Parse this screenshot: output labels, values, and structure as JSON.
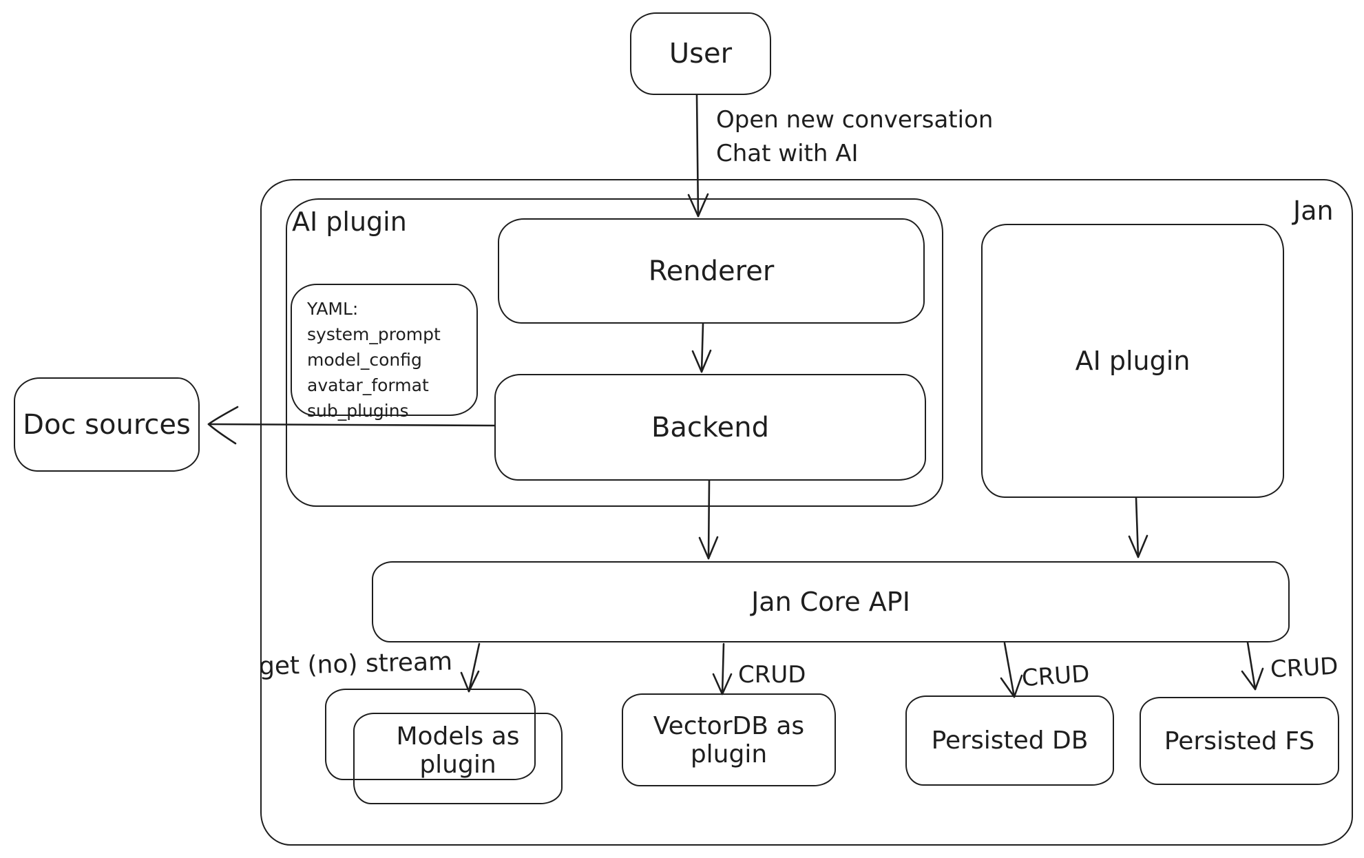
{
  "diagram": {
    "stroke_color": "#1e1e1e",
    "background_color": "#ffffff",
    "nodes": {
      "user": {
        "label": "User"
      },
      "jan_container": {
        "label": "Jan"
      },
      "ai_plugin_container": {
        "label": "AI plugin"
      },
      "renderer": {
        "label": "Renderer"
      },
      "yaml_note": {
        "text": "YAML:\nsystem_prompt\nmodel_config\navatar_format\nsub_plugins"
      },
      "backend": {
        "label": "Backend"
      },
      "ai_plugin_box": {
        "label": "AI plugin"
      },
      "doc_sources": {
        "label": "Doc sources"
      },
      "jan_core_api": {
        "label": "Jan Core API"
      },
      "models_plugin": {
        "label": "Models as plugin"
      },
      "vectordb_plugin": {
        "label": "VectorDB as plugin"
      },
      "persisted_db": {
        "label": "Persisted DB"
      },
      "persisted_fs": {
        "label": "Persisted FS"
      }
    },
    "edge_labels": {
      "user_to_renderer": "Open new conversation\nChat with AI",
      "core_to_models": "get (no) stream",
      "core_to_vectordb": "CRUD",
      "core_to_persisted_db": "CRUD",
      "core_to_persisted_fs": "CRUD"
    }
  }
}
